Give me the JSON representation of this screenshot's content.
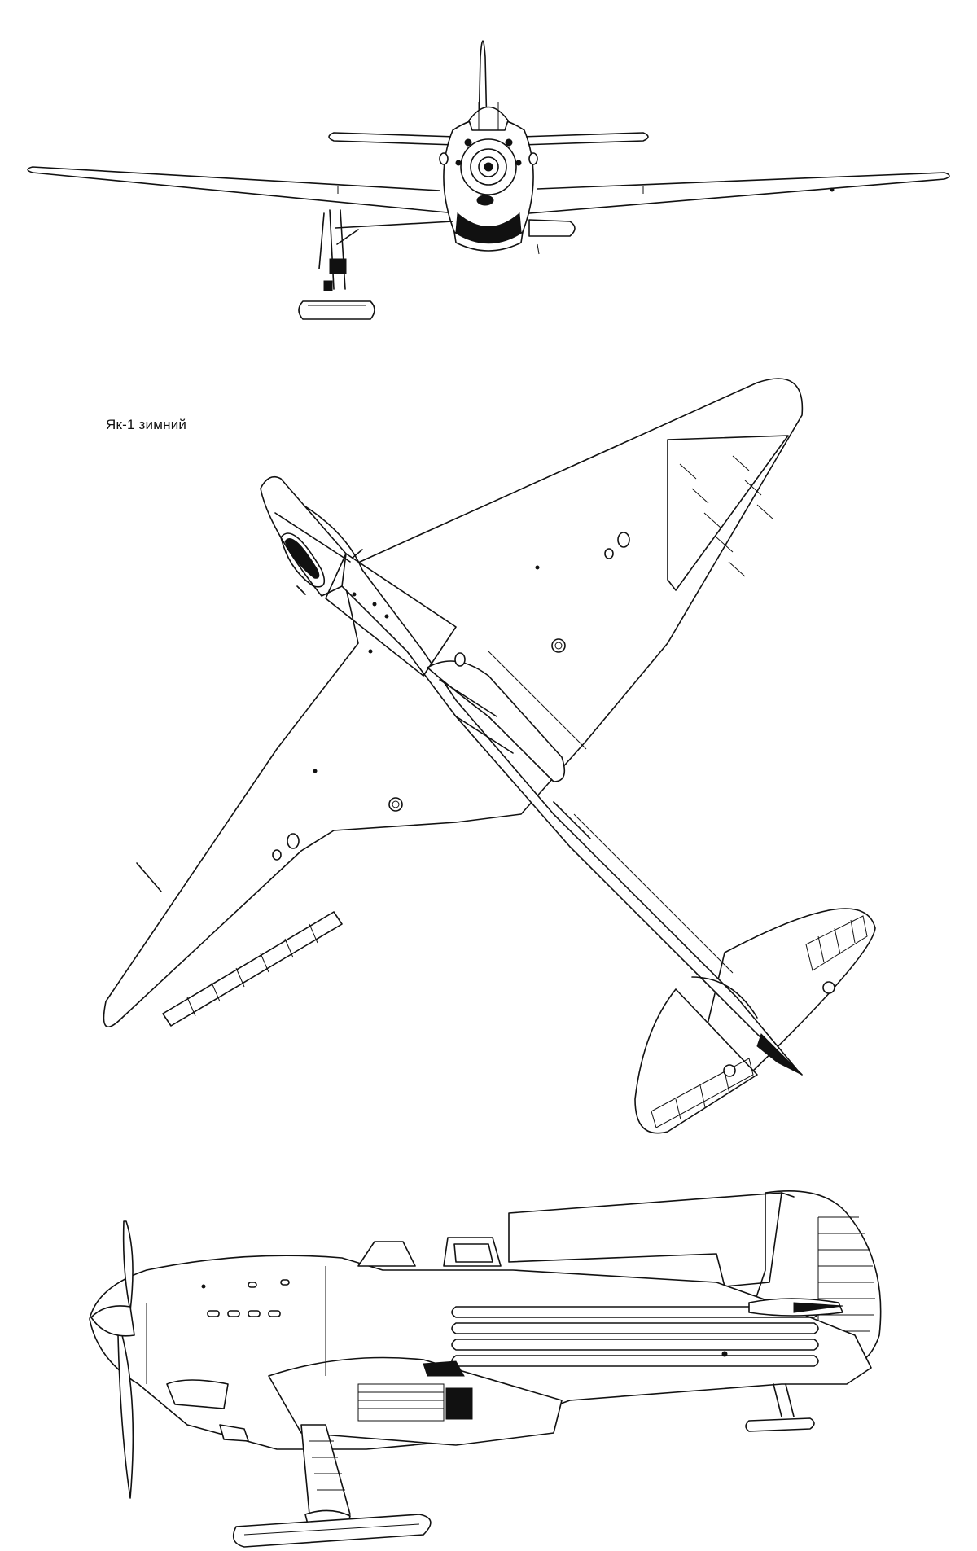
{
  "caption": "Як-1 зимний",
  "views": [
    {
      "name": "front-view"
    },
    {
      "name": "top-view"
    },
    {
      "name": "side-view"
    }
  ],
  "colors": {
    "ink": "#111111",
    "paper": "#ffffff"
  }
}
